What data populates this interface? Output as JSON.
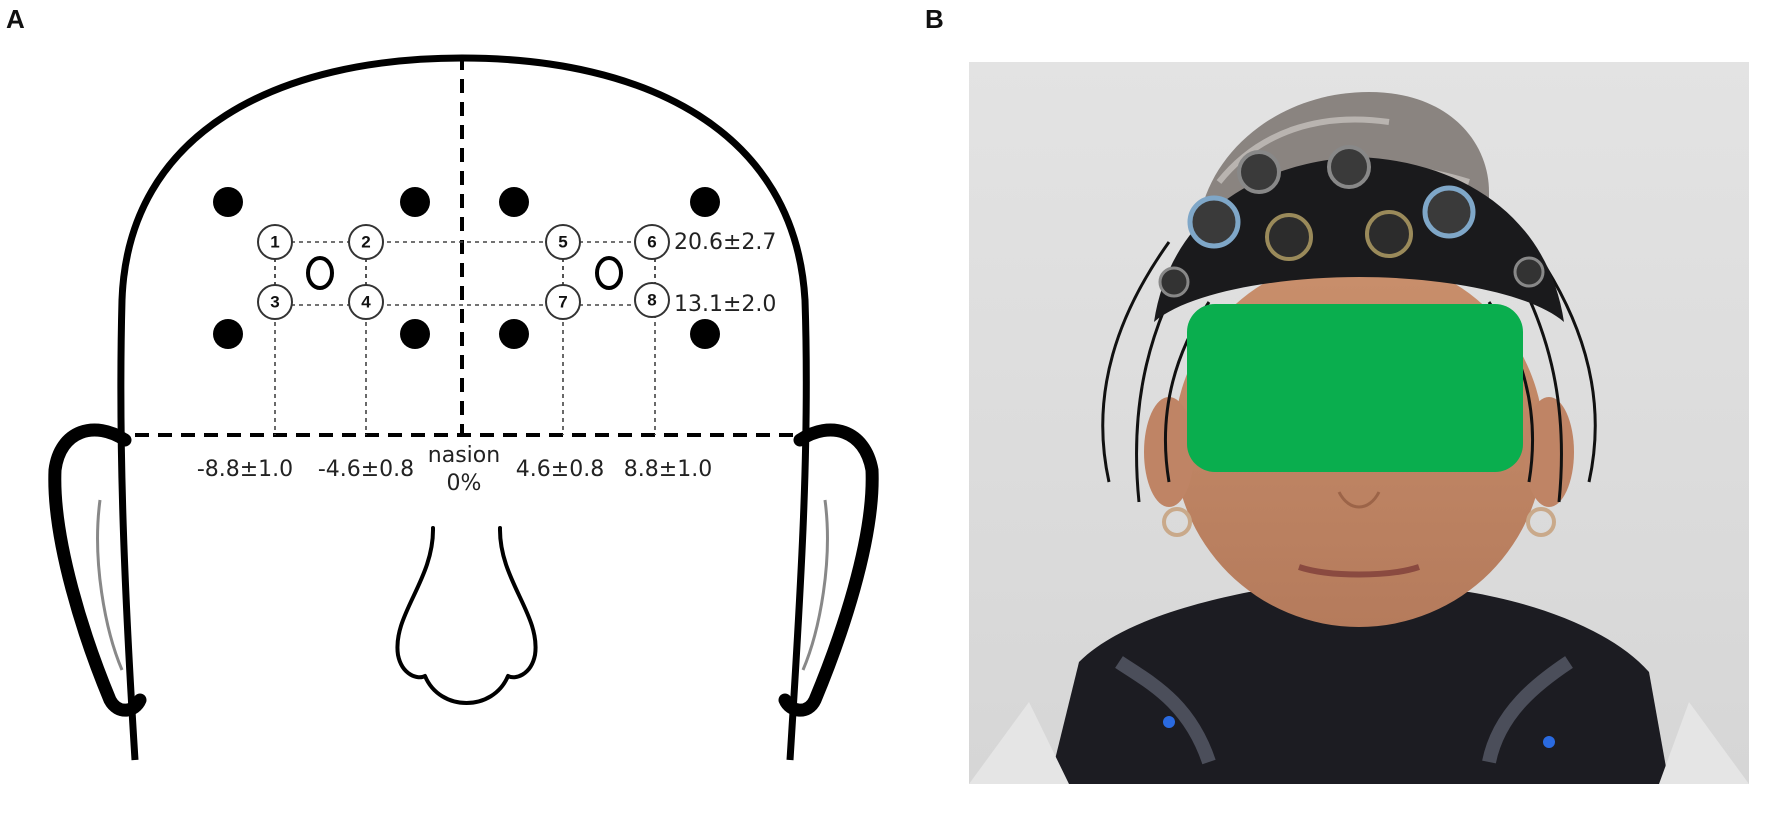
{
  "panels": {
    "a_label": "A",
    "b_label": "B"
  },
  "diagram": {
    "electrodes": [
      {
        "number": "1"
      },
      {
        "number": "2"
      },
      {
        "number": "3"
      },
      {
        "number": "4"
      },
      {
        "number": "5"
      },
      {
        "number": "6"
      },
      {
        "number": "7"
      },
      {
        "number": "8"
      }
    ],
    "row_labels": {
      "upper": "20.6±2.7",
      "lower": "13.1±2.0"
    },
    "column_labels": {
      "left_outer": "-8.8±1.0",
      "left_inner": "-4.6±0.8",
      "center_name": "nasion",
      "center_value": "0%",
      "right_inner": "4.6±0.8",
      "right_outer": "8.8±1.0"
    }
  },
  "colors": {
    "line": "#000000",
    "mask": "#0aae4e",
    "background": "#dcdcdc"
  }
}
